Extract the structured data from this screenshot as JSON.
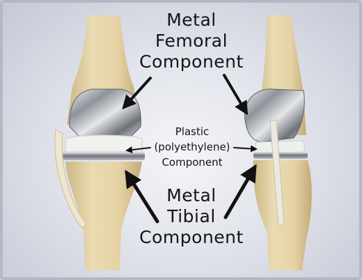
{
  "labels": {
    "femoral": [
      "Metal",
      "Femoral",
      "Component"
    ],
    "plastic": [
      "Plastic",
      "(polyethylene)",
      "Component"
    ],
    "tibial": [
      "Metal",
      "Tibial",
      "Component"
    ]
  },
  "colors": {
    "bone": "#e8d6aa",
    "bone_shadow": "#cdb784",
    "metal": "#a9adb3",
    "plastic": "#eef0ee",
    "arrow": "#111111"
  }
}
